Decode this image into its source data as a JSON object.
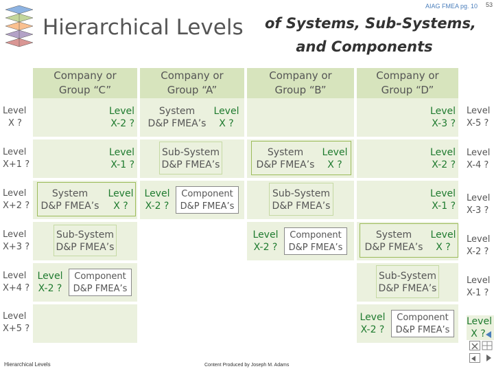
{
  "header": {
    "ref": "AIAG FMEA pg. 10",
    "page_number": "53",
    "title_main": "Hierarchical Levels",
    "title_sub_line1": "of Systems, Sub-Systems,",
    "title_sub_line2": "and Components"
  },
  "columns": [
    {
      "line1": "Company or",
      "line2": "Group “C”"
    },
    {
      "line1": "Company or",
      "line2": "Group “A”"
    },
    {
      "line1": "Company or",
      "line2": "Group “B”"
    },
    {
      "line1": "Company or",
      "line2": "Group “D”"
    }
  ],
  "row_labels": [
    {
      "line1": "Level",
      "line2": "X ?"
    },
    {
      "line1": "Level",
      "line2": "X+1 ?"
    },
    {
      "line1": "Level",
      "line2": "X+2 ?"
    },
    {
      "line1": "Level",
      "line2": "X+3 ?"
    },
    {
      "line1": "Level",
      "line2": "X+4 ?"
    },
    {
      "line1": "Level",
      "line2": "X+5 ?"
    }
  ],
  "right_labels": [
    {
      "line1": "Level",
      "line2": "X-5 ?"
    },
    {
      "line1": "Level",
      "line2": "X-4 ?"
    },
    {
      "line1": "Level",
      "line2": "X-3 ?"
    },
    {
      "line1": "Level",
      "line2": "X-2 ?"
    },
    {
      "line1": "Level",
      "line2": "X-1 ?"
    },
    {
      "line1": "Level",
      "line2": "X ?"
    }
  ],
  "grid": {
    "c_r0": {
      "line1": "Level",
      "line2": "X-2 ?"
    },
    "c_r1": {
      "line1": "Level",
      "line2": "X-1 ?"
    },
    "c_r2": {
      "sys1": "System",
      "sys2": "D&P FMEA’s",
      "lvl1": "Level",
      "lvl2": "X ?"
    },
    "c_r3": {
      "line1": "Sub-System",
      "line2": "D&P FMEA’s"
    },
    "c_r4": {
      "lvl1": "Level",
      "lvl2": "X-2 ?",
      "comp1": "Component",
      "comp2": "D&P FMEA’s"
    },
    "a_r0": {
      "sys1": "System",
      "sys2": "D&P FMEA’s",
      "lvl1": "Level",
      "lvl2": "X ?"
    },
    "a_r1": {
      "line1": "Sub-System",
      "line2": "D&P FMEA’s"
    },
    "a_r2": {
      "lvl1": "Level",
      "lvl2": "X-2 ?",
      "comp1": "Component",
      "comp2": "D&P FMEA’s"
    },
    "b_r1": {
      "sys1": "System",
      "sys2": "D&P FMEA’s",
      "lvl1": "Level",
      "lvl2": "X ?"
    },
    "b_r2": {
      "line1": "Sub-System",
      "line2": "D&P FMEA’s"
    },
    "b_r3": {
      "lvl1": "Level",
      "lvl2": "X-2 ?",
      "comp1": "Component",
      "comp2": "D&P FMEA’s"
    },
    "d_r0": {
      "line1": "Level",
      "line2": "X-3 ?"
    },
    "d_r1": {
      "line1": "Level",
      "line2": "X-2 ?"
    },
    "d_r2": {
      "line1": "Level",
      "line2": "X-1 ?"
    },
    "d_r3": {
      "sys1": "System",
      "sys2": "D&P FMEA’s",
      "lvl1": "Level",
      "lvl2": "X ?"
    },
    "d_r4": {
      "line1": "Sub-System",
      "line2": "D&P FMEA’s"
    },
    "d_r5": {
      "lvl1": "Level",
      "lvl2": "X-2 ?",
      "comp1": "Component",
      "comp2": "D&P FMEA’s"
    }
  },
  "footer": {
    "left": "Hierarchical Levels",
    "center": "Content Produced by Joseph M. Adams"
  },
  "colors": {
    "header_fill": "#d7e4bd",
    "cell_fill": "#ebf1de",
    "level_text": "#1e7a2e",
    "accent": "#4a7ebb"
  }
}
